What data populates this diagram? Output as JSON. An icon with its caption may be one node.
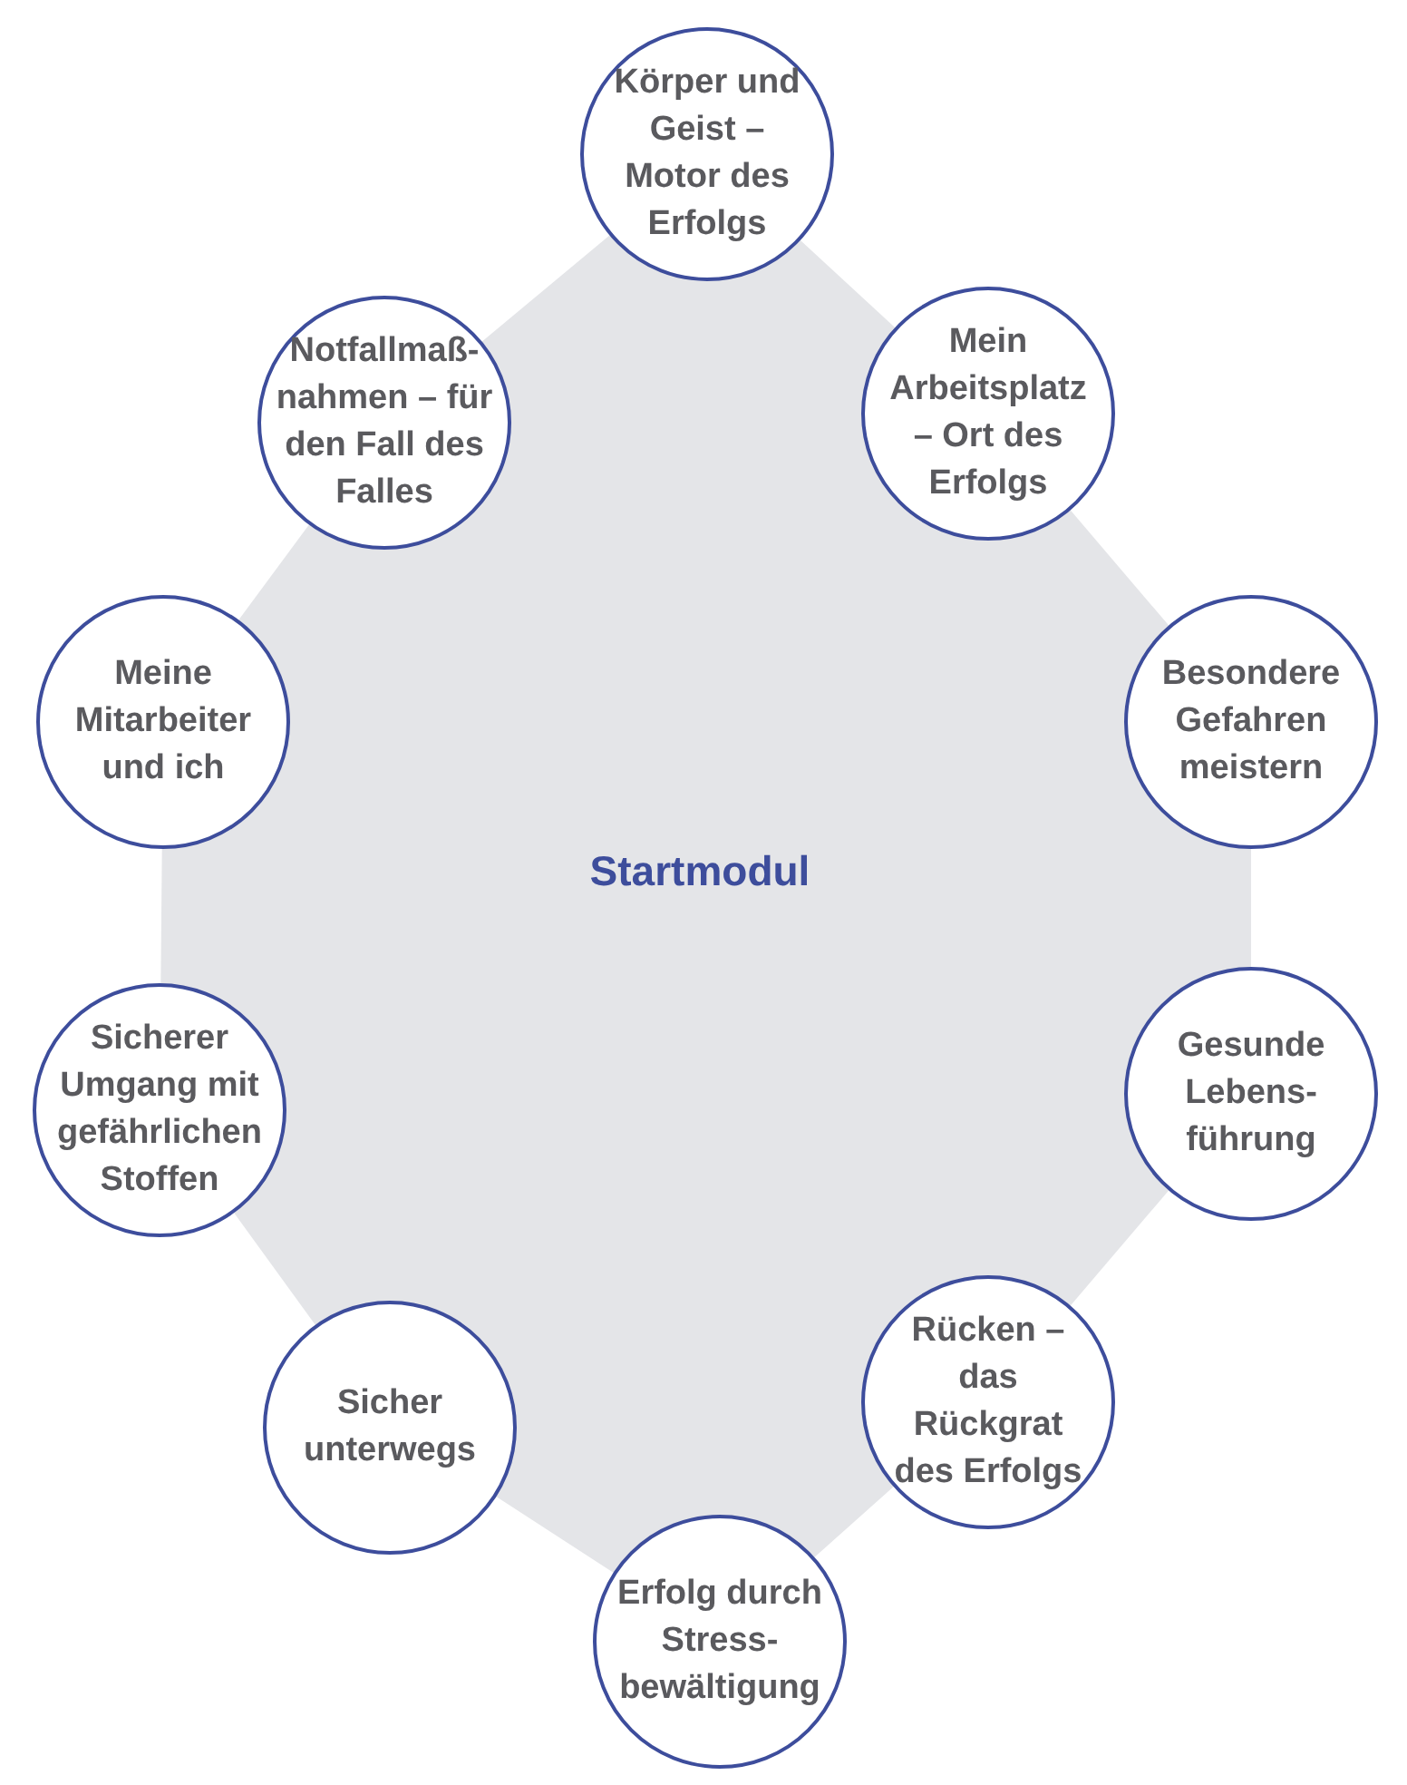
{
  "diagram": {
    "nodes": [
      {
        "text": [
          "Startmodul"
        ]
      },
      {
        "text": [
          "Körper und Geist – Motor des Erfolgs"
        ]
      },
      {
        "text": [
          "Mein Arbeitsplatz – Ort des Erfolgs"
        ]
      },
      {
        "text": [
          "Besondere Gefahren meistern"
        ]
      },
      {
        "text": [
          "Gesunde Lebens- führung"
        ]
      },
      {
        "text": [
          "Rücken – das Rückgrat des Erfolgs"
        ]
      },
      {
        "text": [
          "Erfolg durch Stress- bewältigung"
        ]
      },
      {
        "text": [
          "Sicher unterwegs"
        ]
      },
      {
        "text": [
          "Sicherer Umgang mit gefährlichen Stoffen"
        ]
      },
      {
        "text": [
          "Meine Mitarbeiter und ich"
        ]
      },
      {
        "text": [
          "Notfallmaß- nahmen – für den Fall des Falles"
        ]
      }
    ]
  }
}
